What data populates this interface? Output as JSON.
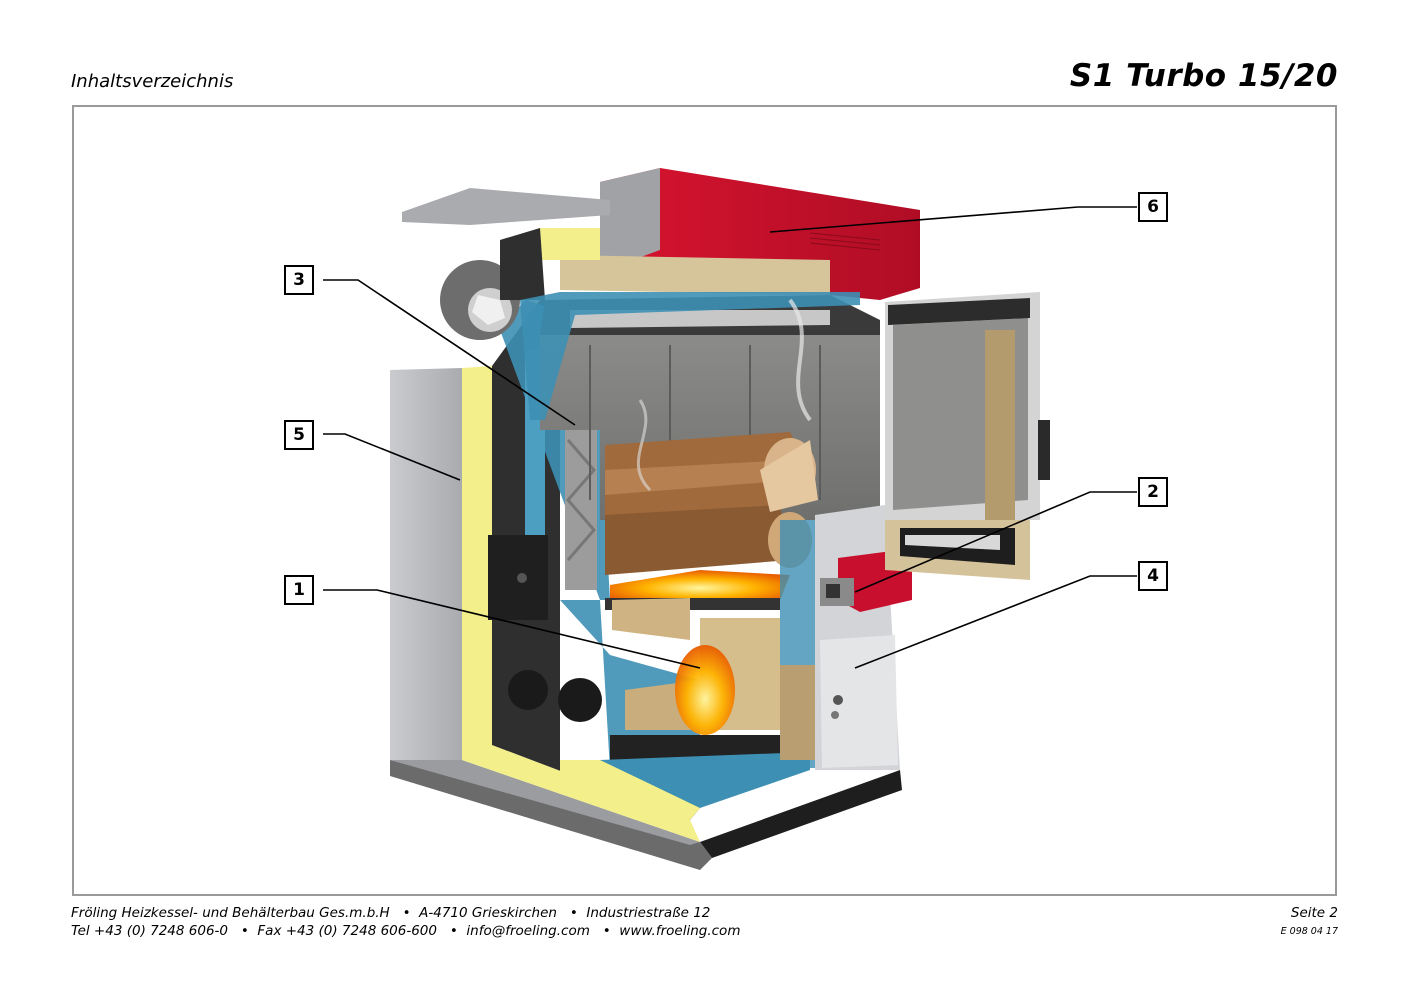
{
  "header": {
    "section_title": "Inhaltsverzeichnis",
    "document_title": "S1 Turbo 15/20"
  },
  "figure": {
    "callouts": [
      "1",
      "2",
      "3",
      "4",
      "5",
      "6"
    ]
  },
  "footer": {
    "line1_company": "Fröling Heizkessel- und Behälterbau Ges.m.b.H",
    "line1_city": "A-4710 Grieskirchen",
    "line1_street": "Industriestraße 12",
    "line2_tel": "Tel +43 (0) 7248 606-0",
    "line2_fax": "Fax +43 (0) 7248 606-600",
    "line2_email": "info@froeling.com",
    "line2_web": "www.froeling.com",
    "page_label": "Seite 2",
    "doc_code": "E 098 04 17"
  },
  "colors": {
    "casing_red": "#c8102e",
    "insulation_yellow": "#f3ef8a",
    "water_jacket_blue": "#3d8fb4",
    "casing_grey": "#b4b6ba",
    "frame_grey": "#9a9a9a"
  }
}
